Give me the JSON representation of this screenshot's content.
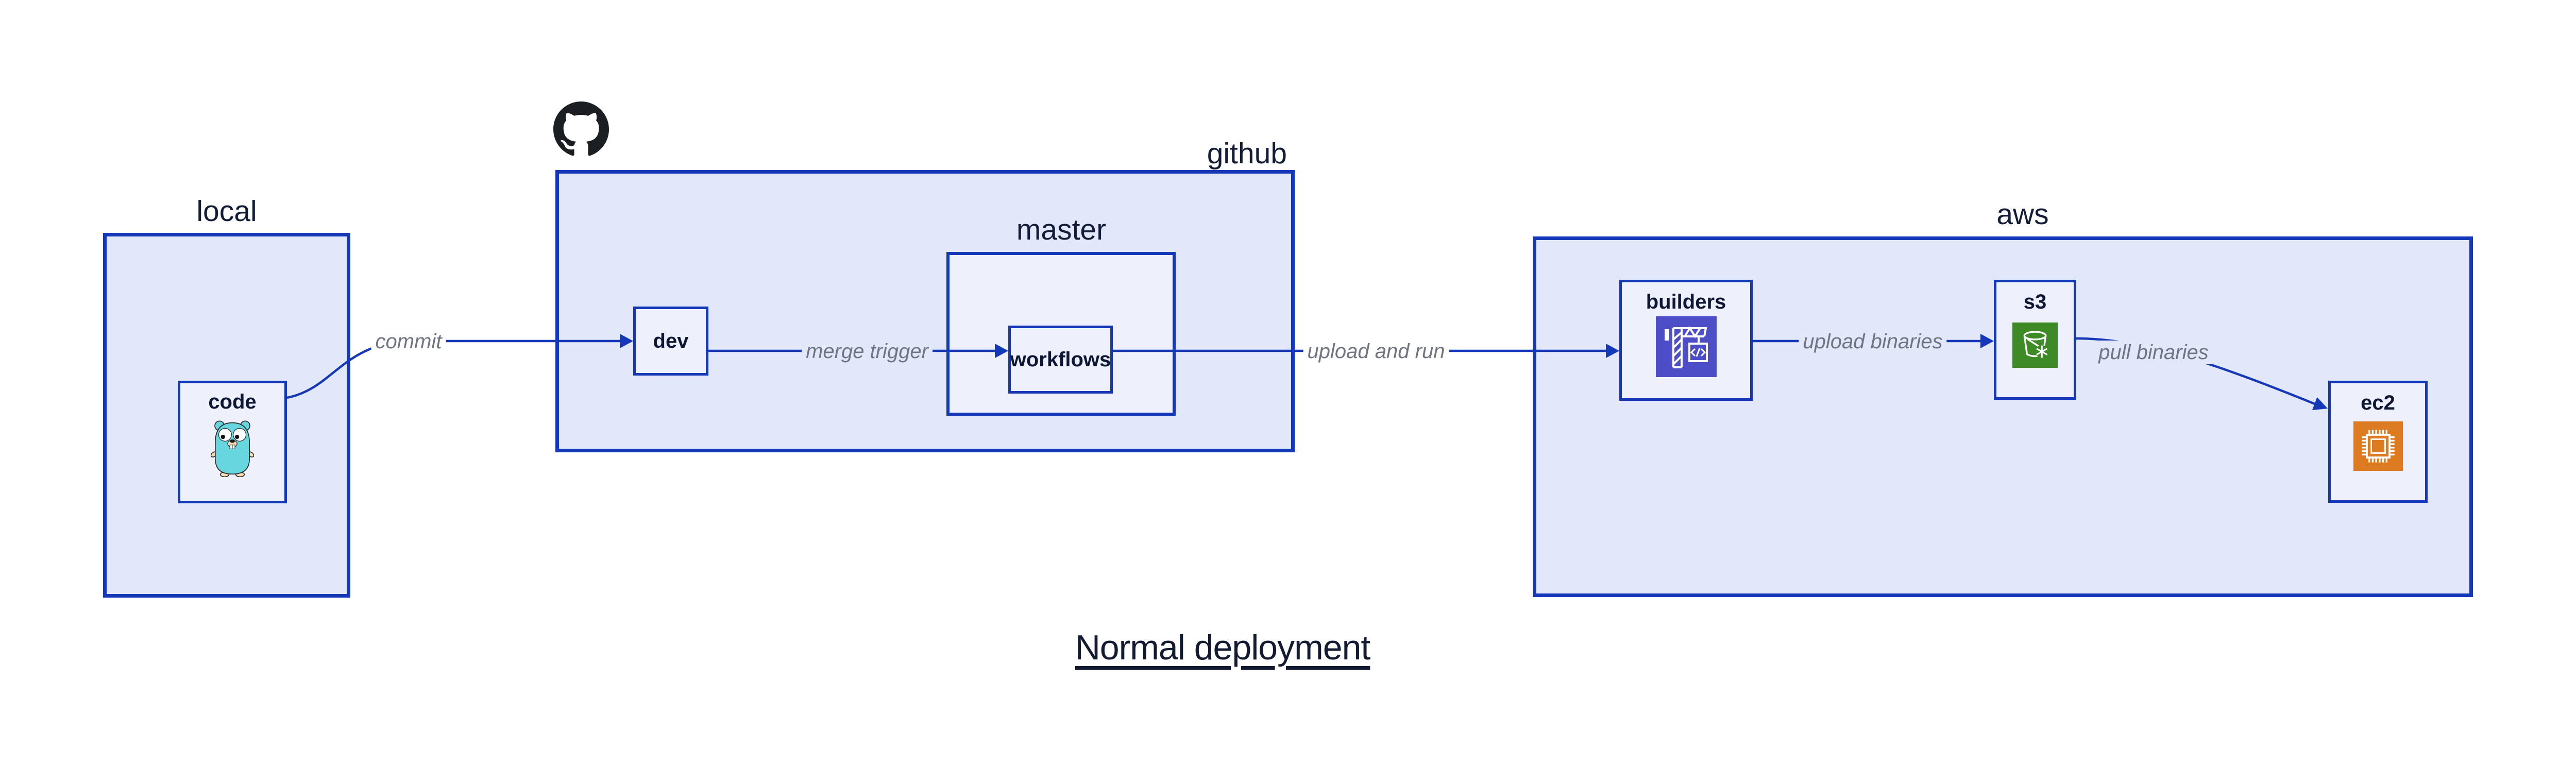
{
  "title": {
    "text": "Normal deployment"
  },
  "groups": {
    "local": {
      "label": "local"
    },
    "github": {
      "label": "github"
    },
    "master": {
      "label": "master"
    },
    "aws": {
      "label": "aws"
    }
  },
  "nodes": {
    "code": {
      "label": "code",
      "icon": "go-gopher-icon"
    },
    "dev": {
      "label": "dev"
    },
    "workflows": {
      "label": "workflows"
    },
    "builders": {
      "label": "builders",
      "icon": "crane-codebuild-icon"
    },
    "s3": {
      "label": "s3",
      "icon": "s3-glacier-bucket-icon"
    },
    "ec2": {
      "label": "ec2",
      "icon": "ec2-chip-icon"
    }
  },
  "edges": {
    "commit": {
      "label": "commit"
    },
    "merge_trigger": {
      "label": "merge trigger"
    },
    "upload_and_run": {
      "label": "upload and run"
    },
    "upload_binaries": {
      "label": "upload binaries"
    },
    "pull_binaries": {
      "label": "pull binaries"
    }
  },
  "decorations": {
    "github_logo": "github-octocat-icon"
  },
  "colors": {
    "outline_blue": "#1438b8",
    "group_fill": "#e2e8fa",
    "inner_fill": "#eef1fc",
    "label_dark": "#141d38",
    "edge_label_gray": "#6f7480",
    "builders_icon_bg": "#4c4dc7",
    "s3_icon_bg": "#3e8a26",
    "ec2_icon_bg": "#dd7b22",
    "github_logo_black": "#1b1f24"
  }
}
